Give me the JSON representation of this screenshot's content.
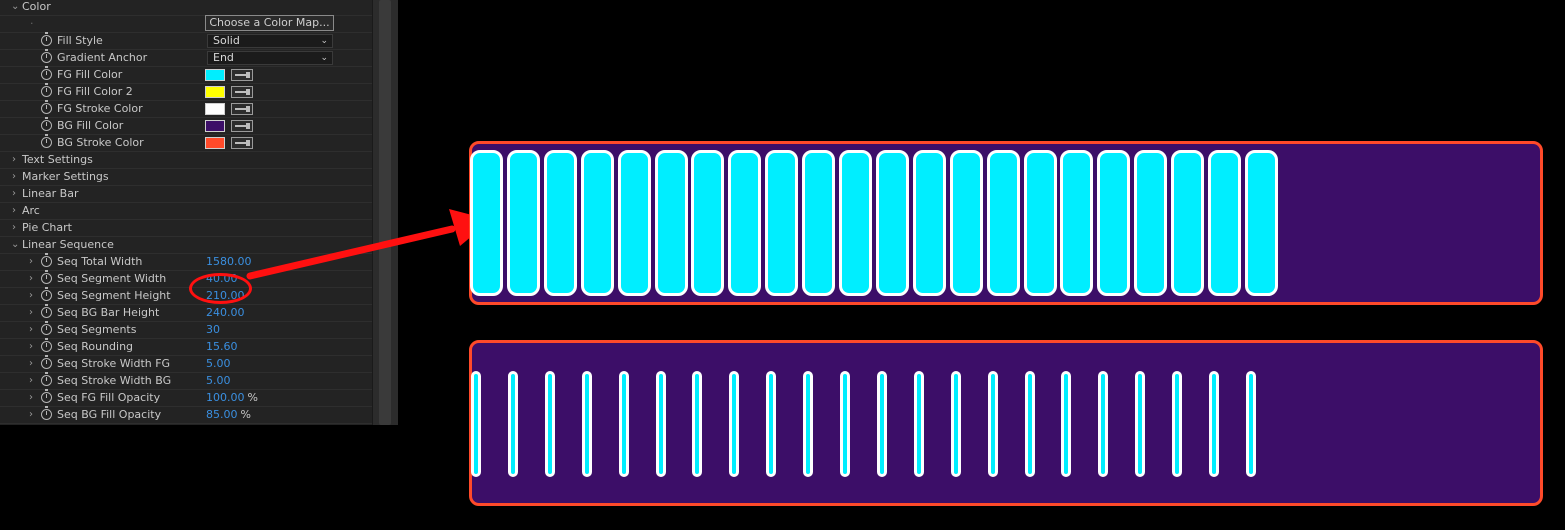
{
  "panel": {
    "color_group": "Color",
    "color_map_button": "Choose a Color Map...",
    "fill_style": {
      "label": "Fill Style",
      "value": "Solid"
    },
    "gradient_anchor": {
      "label": "Gradient Anchor",
      "value": "End"
    },
    "colors": [
      {
        "label": "FG Fill Color",
        "color": "#00eeff"
      },
      {
        "label": "FG Fill Color 2",
        "color": "#ffff00"
      },
      {
        "label": "FG Stroke Color",
        "color": "#ffffff"
      },
      {
        "label": "BG Fill Color",
        "color": "#3c0e68"
      },
      {
        "label": "BG Stroke Color",
        "color": "#ff4a2a"
      }
    ],
    "groups": [
      "Text Settings",
      "Marker Settings",
      "Linear Bar",
      "Arc",
      "Pie Chart"
    ],
    "linear_sequence": "Linear Sequence",
    "seq_params": [
      {
        "label": "Seq Total Width",
        "value": "1580.00",
        "unit": ""
      },
      {
        "label": "Seq Segment Width",
        "value": "40.00",
        "unit": ""
      },
      {
        "label": "Seq Segment Height",
        "value": "210.00",
        "unit": ""
      },
      {
        "label": "Seq BG Bar Height",
        "value": "240.00",
        "unit": ""
      },
      {
        "label": "Seq Segments",
        "value": "30",
        "unit": ""
      },
      {
        "label": "Seq Rounding",
        "value": "15.60",
        "unit": ""
      },
      {
        "label": "Seq Stroke Width FG",
        "value": "5.00",
        "unit": ""
      },
      {
        "label": "Seq Stroke Width BG",
        "value": "5.00",
        "unit": ""
      },
      {
        "label": "Seq FG Fill Opacity",
        "value": "100.00",
        "unit": "%"
      },
      {
        "label": "Seq BG Fill Opacity",
        "value": "85.00",
        "unit": "%"
      }
    ]
  },
  "preview": {
    "fg_fill": "#00eeff",
    "fg_stroke": "#ffffff",
    "bg_fill": "#3c0e68",
    "bg_stroke": "#ff4a2a",
    "annotation_color": "#ff1010",
    "wide_bar_segments_shown": 22,
    "thin_bar_segments_shown": 22
  }
}
